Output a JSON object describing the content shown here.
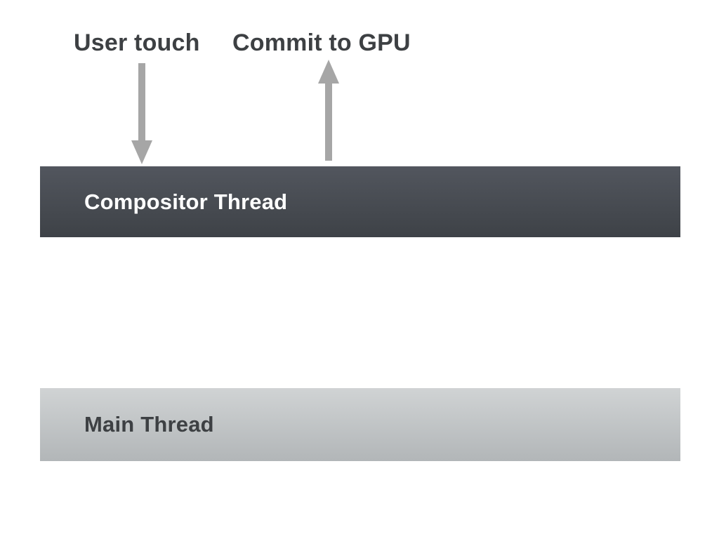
{
  "diagram": {
    "annotations": {
      "user_touch": "User touch",
      "commit_to_gpu": "Commit to GPU"
    },
    "bars": {
      "compositor": {
        "label": "Compositor Thread"
      },
      "main": {
        "label": "Main Thread"
      }
    },
    "icons": {
      "down_arrow": "arrow-down-icon",
      "up_arrow": "arrow-up-icon"
    }
  },
  "colors": {
    "background": "#ffffff",
    "label-text": "#3d4043",
    "arrow": "#a6a6a6",
    "compositor-top": "#52565e",
    "compositor-bottom": "#3e4247",
    "compositor-text": "#ffffff",
    "main-top": "#d0d3d4",
    "main-bottom": "#b2b6b8",
    "main-text": "#3d4043"
  }
}
